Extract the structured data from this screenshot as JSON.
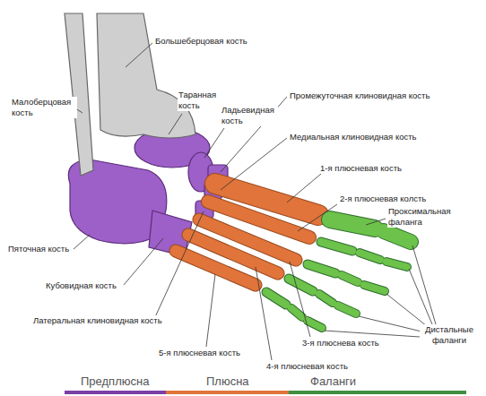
{
  "diagram": {
    "labels": [
      "Большеберцовая кость",
      "Малоберцовая кость",
      "Таранная кость",
      "Ладьевидная кость",
      "Промежуточная клиновидная кость",
      "Медиальная клиновидная кость",
      "1-я плюсневая кость",
      "2-я плюсневая колсть",
      "Проксимальная фаланга",
      "Пяточная кость",
      "Кубовидная кость",
      "Латеральная клиновидная кость",
      "5-я плюсневая кость",
      "4-я плюсневая кость",
      "3-я плюснева кость",
      "Дистальные фаланги"
    ],
    "legend": [
      {
        "text": "Предплюсна",
        "color": "#7b3fa6"
      },
      {
        "text": "Плюсна",
        "color": "#e0743a"
      },
      {
        "text": "Фаланги",
        "color": "#3f8f3f"
      }
    ]
  }
}
